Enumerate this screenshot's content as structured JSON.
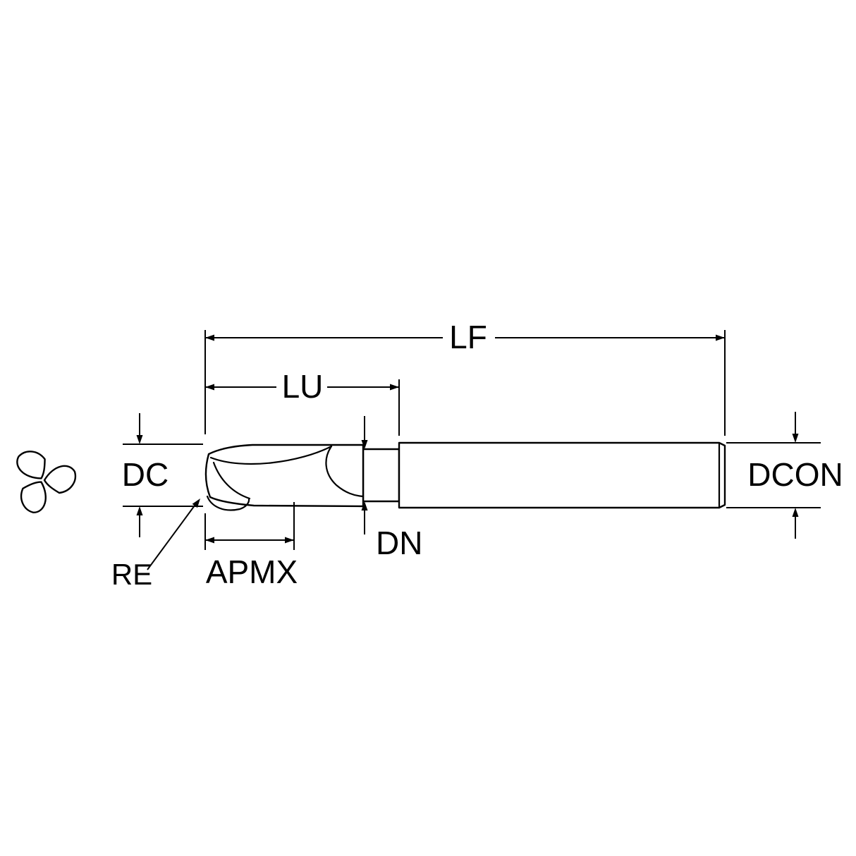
{
  "page": {
    "background_color": "#ffffff",
    "line_color": "#000000",
    "description": "Technical dimension drawing of a 3-flute corner-radius end mill, side view with end view at left"
  },
  "diagram": {
    "labels": {
      "lf": "LF",
      "lu": "LU",
      "dc": "DC",
      "dcon": "DCON",
      "dn": "DN",
      "apmx": "APMX",
      "re": "RE"
    }
  }
}
